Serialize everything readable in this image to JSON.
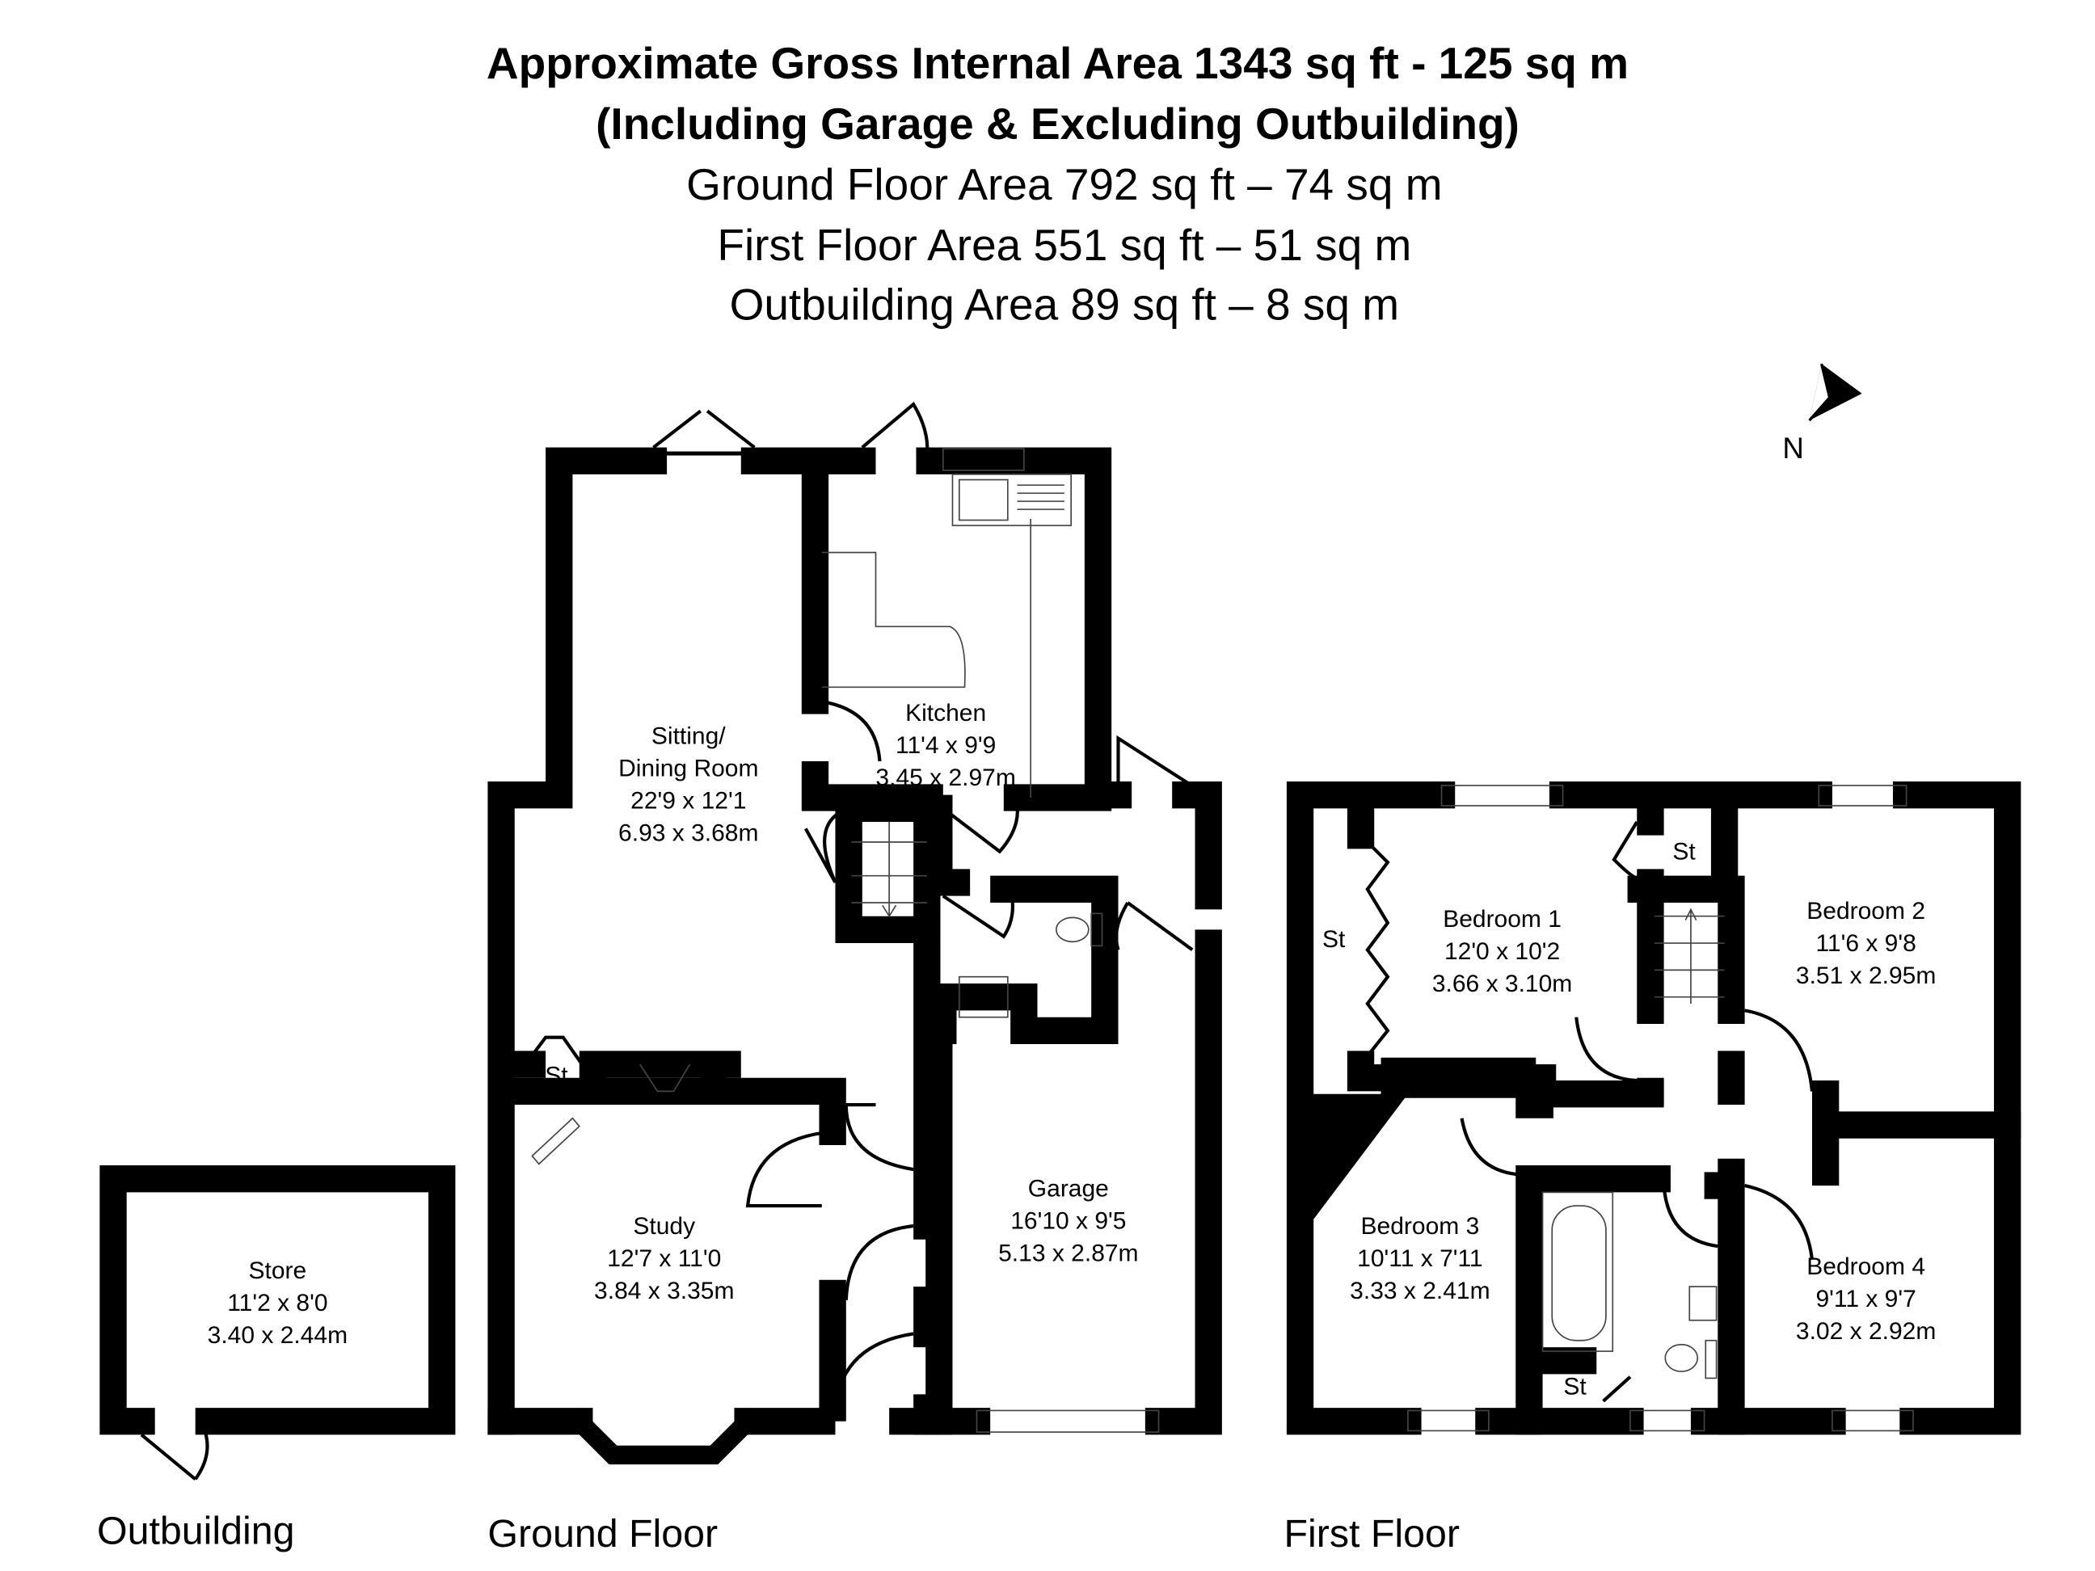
{
  "header": {
    "line1": "Approximate Gross Internal Area 1343 sq ft - 125 sq m",
    "line2": "(Including Garage & Excluding Outbuilding)",
    "line3": "Ground Floor Area 792 sq ft – 74 sq m",
    "line4": "First Floor Area 551 sq ft – 51 sq m",
    "line5": "Outbuilding Area 89 sq ft – 8 sq m"
  },
  "compass": {
    "label": "N",
    "icon": "north-arrow-icon"
  },
  "floors": {
    "outbuilding": "Outbuilding",
    "ground": "Ground Floor",
    "first": "First Floor"
  },
  "rooms": {
    "store": {
      "name": "Store",
      "imperial": "11'2 x 8'0",
      "metric": "3.40 x 2.44m"
    },
    "sitting": {
      "name1": "Sitting/",
      "name2": "Dining Room",
      "imperial": "22'9 x 12'1",
      "metric": "6.93 x 3.68m"
    },
    "kitchen": {
      "name": "Kitchen",
      "imperial": "11'4 x 9'9",
      "metric": "3.45 x 2.97m"
    },
    "study": {
      "name": "Study",
      "imperial": "12'7 x 11'0",
      "metric": "3.84 x 3.35m"
    },
    "garage": {
      "name": "Garage",
      "imperial": "16'10 x 9'5",
      "metric": "5.13 x 2.87m"
    },
    "bedroom1": {
      "name": "Bedroom 1",
      "imperial": "12'0 x 10'2",
      "metric": "3.66 x 3.10m"
    },
    "bedroom2": {
      "name": "Bedroom 2",
      "imperial": "11'6 x 9'8",
      "metric": "3.51 x 2.95m"
    },
    "bedroom3": {
      "name": "Bedroom 3",
      "imperial": "10'11 x 7'11",
      "metric": "3.33 x 2.41m"
    },
    "bedroom4": {
      "name": "Bedroom 4",
      "imperial": "9'11 x 9'7",
      "metric": "3.02 x 2.92m"
    }
  },
  "storage_label": "St"
}
